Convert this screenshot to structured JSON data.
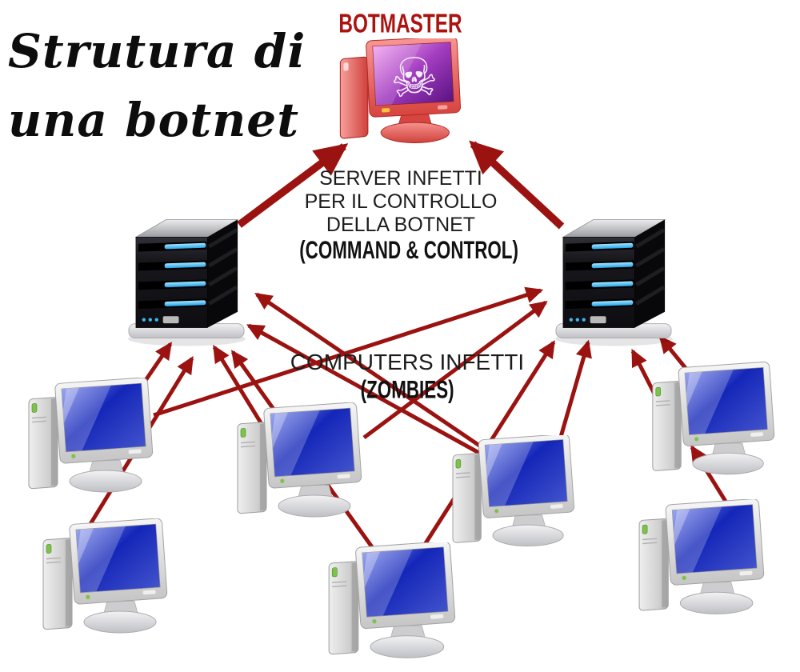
{
  "title": {
    "line1": "Strutura di",
    "line2": "una botnet"
  },
  "botmaster": {
    "label": "BOTMASTER",
    "icon": "botmaster-infected-computer-icon"
  },
  "cc_block": {
    "line1": "SERVER INFETTI",
    "line2": "PER IL CONTROLLO",
    "line3": "DELLA BOTNET",
    "line4": "(COMMAND & CONTROL)"
  },
  "zombies_block": {
    "line1": "COMPUTERS INFETTI",
    "line2": "(ZOMBIES)"
  },
  "colors": {
    "arrow": "#9b1311",
    "botmaster_label": "#ab1310",
    "title_text": "#0d0d0d",
    "body_text": "#1c1c1c",
    "screen_blue": "#1426b8",
    "screen_purple": "#8d2fae",
    "server_led_blue": "#27a3e8"
  },
  "nodes": [
    {
      "id": "botmaster",
      "icon": "botmaster-infected-computer-icon"
    },
    {
      "id": "server-left",
      "icon": "cc-server-icon"
    },
    {
      "id": "server-right",
      "icon": "cc-server-icon"
    },
    {
      "id": "pc1",
      "icon": "zombie-computer-icon"
    },
    {
      "id": "pc2",
      "icon": "zombie-computer-icon"
    },
    {
      "id": "pc3",
      "icon": "zombie-computer-icon"
    },
    {
      "id": "pc4",
      "icon": "zombie-computer-icon"
    },
    {
      "id": "pc5",
      "icon": "zombie-computer-icon"
    },
    {
      "id": "pc6",
      "icon": "zombie-computer-icon"
    },
    {
      "id": "pc7",
      "icon": "zombie-computer-icon"
    }
  ],
  "connections": [
    {
      "id": "t1",
      "from": "server-left",
      "to": "botmaster",
      "kind": "thick"
    },
    {
      "id": "t2",
      "from": "server-right",
      "to": "botmaster",
      "kind": "thick"
    },
    {
      "id": "a1",
      "from": "pc1",
      "to": "server-left",
      "kind": "normal"
    },
    {
      "id": "a2",
      "from": "pc2",
      "to": "server-left",
      "kind": "normal"
    },
    {
      "id": "a3",
      "from": "pc3",
      "to": "server-left",
      "kind": "normal"
    },
    {
      "id": "a4",
      "from": "pc4",
      "to": "server-left",
      "kind": "normal"
    },
    {
      "id": "a5",
      "from": "pc5",
      "to": "server-left",
      "kind": "normal"
    },
    {
      "id": "a6",
      "from": "pc5",
      "to": "server-left",
      "kind": "normal"
    },
    {
      "id": "a7",
      "from": "pc1",
      "to": "server-right",
      "kind": "normal"
    },
    {
      "id": "a8",
      "from": "pc3",
      "to": "server-right",
      "kind": "normal"
    },
    {
      "id": "a9",
      "from": "pc4",
      "to": "server-right",
      "kind": "normal"
    },
    {
      "id": "a10",
      "from": "pc5",
      "to": "server-right",
      "kind": "normal"
    },
    {
      "id": "a11",
      "from": "pc6",
      "to": "server-right",
      "kind": "normal"
    },
    {
      "id": "a12",
      "from": "pc6",
      "to": "server-right",
      "kind": "normal"
    },
    {
      "id": "a13",
      "from": "pc7",
      "to": "server-right",
      "kind": "normal"
    }
  ]
}
